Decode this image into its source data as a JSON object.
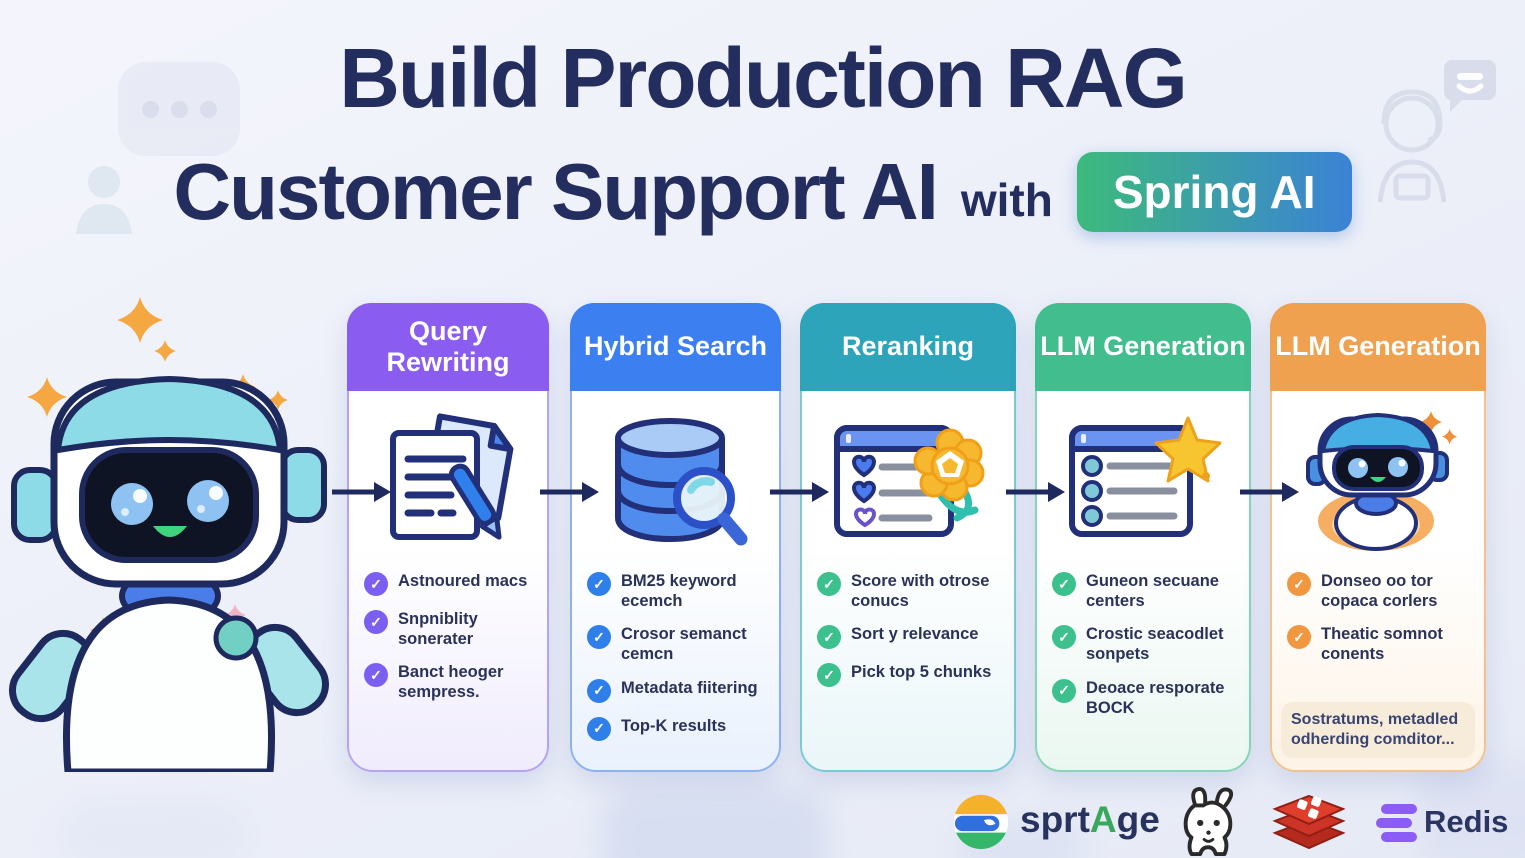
{
  "title": {
    "line1": "Build Production RAG",
    "line2": "Customer Support AI",
    "connector": "with",
    "badge": "Spring AI",
    "badge_gradient_start": "#3cba7c",
    "badge_gradient_end": "#3b82d6",
    "text_color": "#232d5e"
  },
  "pipeline": [
    {
      "title": "Query Rewriting",
      "header_color": "#8a5cf0",
      "check_color": "#7b5ff0",
      "icon": "documents-pen-icon",
      "items": [
        "Astnoured macs",
        "Snpniblity sonerater",
        "Banct heoger sempress."
      ]
    },
    {
      "title": "Hybrid Search",
      "header_color": "#3b7ff0",
      "check_color": "#2e7fe9",
      "icon": "database-search-icon",
      "items": [
        "BM25 keyword ecemch",
        "Crosor semanct cemcn",
        "Metadata fiitering",
        "Top-K results"
      ]
    },
    {
      "title": "Reranking",
      "header_color": "#2da4ba",
      "check_color": "#3cc08d",
      "icon": "ranked-list-badge-icon",
      "items": [
        "Score with otrose conucs",
        "Sort y relevance",
        "Pick top 5 chunks"
      ]
    },
    {
      "title": "LLM Generation",
      "header_color": "#42bd8e",
      "check_color": "#3cc08d",
      "icon": "ranked-list-star-icon",
      "items": [
        "Guneon secuane centers",
        "Crostic seacodlet sonpets",
        "Deoace resporate BOCK"
      ]
    },
    {
      "title": "LLM Generation",
      "header_color": "#f0a14f",
      "check_color": "#f0973f",
      "icon": "robot-assistant-icon",
      "items": [
        "Donseo oo tor copaca corlers",
        "Theatic somnot conents"
      ],
      "note": "Sostratums, metadled odherding comditor..."
    }
  ],
  "arrow_color": "#1e2a5e",
  "logos": {
    "spring": {
      "part1": "sprt",
      "part2": "A",
      "part3": "ge",
      "icon": "spring-globe-icon"
    },
    "ollama": {
      "icon": "ollama-llama-icon"
    },
    "redis_cube": {
      "icon": "redis-stack-icon",
      "color": "#d8382a"
    },
    "redis": {
      "label": "Redis",
      "icon": "redis-layers-icon",
      "color": "#8b5cf6"
    }
  }
}
